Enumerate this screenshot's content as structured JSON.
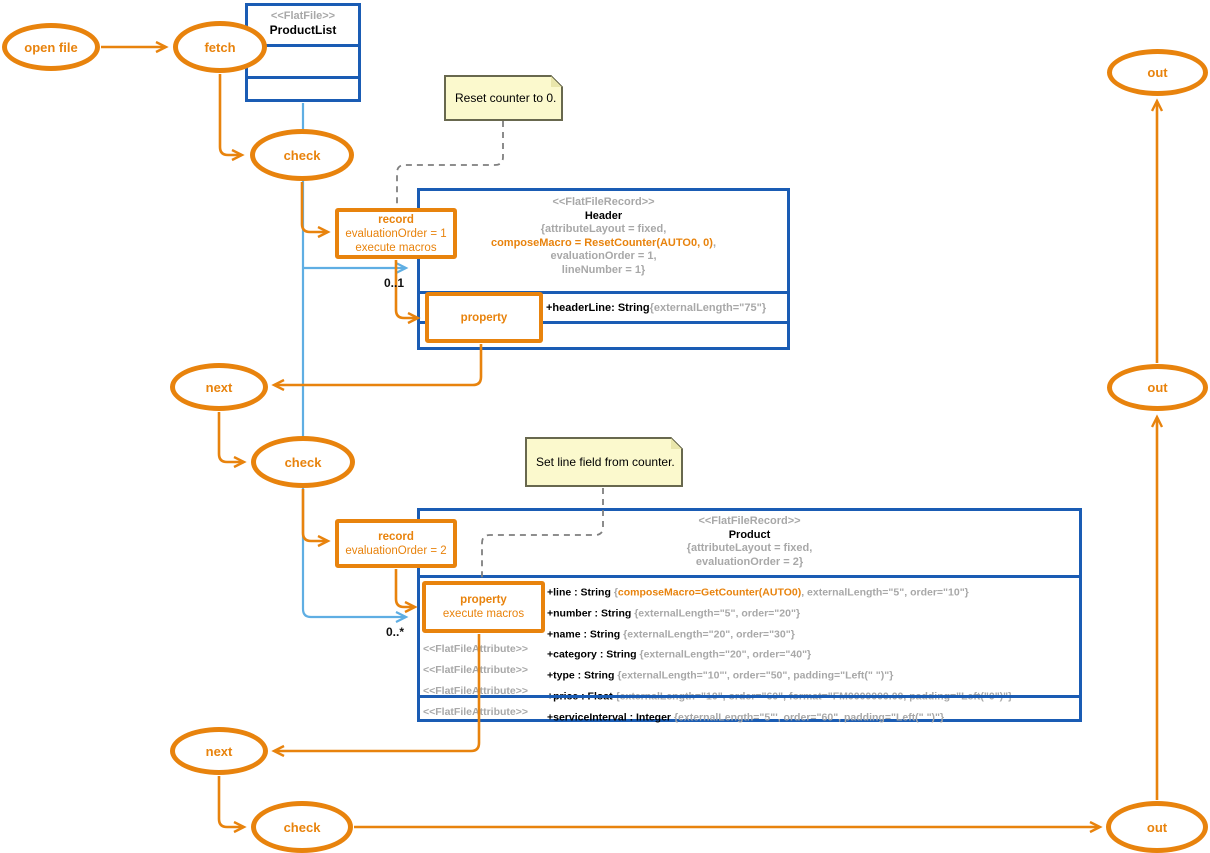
{
  "colors": {
    "orange": "#e8830d",
    "blue": "#1a5cb4",
    "light_blue": "#5faee3",
    "gray_text": "#a8a8a8",
    "note_fill": "#fbf9cd",
    "note_border": "#68684e",
    "dashed_gray": "#7f7f7f"
  },
  "ellipses": [
    {
      "id": "open-file",
      "label": "open file"
    },
    {
      "id": "fetch",
      "label": "fetch"
    },
    {
      "id": "check-1",
      "label": "check"
    },
    {
      "id": "next-1",
      "label": "next"
    },
    {
      "id": "check-2",
      "label": "check"
    },
    {
      "id": "next-2",
      "label": "next"
    },
    {
      "id": "check-3",
      "label": "check"
    },
    {
      "id": "out-1",
      "label": "out"
    },
    {
      "id": "out-2",
      "label": "out"
    },
    {
      "id": "out-3",
      "label": "out"
    }
  ],
  "actions": {
    "record1": {
      "title": "record",
      "line2": "evaluationOrder = 1",
      "line3": "execute macros"
    },
    "property1": {
      "title": "property"
    },
    "record2": {
      "title": "record",
      "line2": "evaluationOrder = 2"
    },
    "property2": {
      "title": "property",
      "line2": "execute macros"
    }
  },
  "notes": {
    "reset": {
      "text": "Reset counter to 0."
    },
    "setline": {
      "text": "Set line field from counter."
    }
  },
  "mult": {
    "header": "0..1",
    "product": "0..*"
  },
  "classes": {
    "product_list": {
      "stereotype": "<<FlatFile>>",
      "name": "ProductList"
    },
    "header": {
      "stereotype": "<<FlatFileRecord>>",
      "name": "Header",
      "c1": "{attributeLayout = fixed,",
      "c2_orange": "composeMacro = ResetCounter(AUTO0, 0)",
      "c2_tail": ",",
      "c3": "evaluationOrder = 1,",
      "c4": "lineNumber = 1}",
      "attr_name": "+headerLine: String ",
      "attr_constraint": "{externalLength=\"75\"}"
    },
    "product": {
      "stereotype": "<<FlatFileRecord>>",
      "name": "Product",
      "c1": "{attributeLayout = fixed,",
      "c2": "evaluationOrder = 2}",
      "attributes": [
        {
          "prefix": "<<FlatFileAttribute>>",
          "name": "+line : String ",
          "pre": "{",
          "macro": "composeMacro=GetCounter(AUTO0)",
          "post": ", externalLength=\"5\", order=\"10\"}"
        },
        {
          "prefix": "<<FlatFileAttribute>>",
          "name": "+number : String ",
          "pre": "{externalLength=\"5\", order=\"20\"}",
          "macro": "",
          "post": ""
        },
        {
          "prefix": "<<FlatFileAttribute>>",
          "name": "+name : String ",
          "pre": "{externalLength=\"20\", order=\"30\"}",
          "macro": "",
          "post": ""
        },
        {
          "prefix": "<<FlatFileAttribute>>",
          "name": "+category : String ",
          "pre": "{externalLength=\"20\", order=\"40\"}",
          "macro": "",
          "post": ""
        },
        {
          "prefix": "<<FlatFileAttribute>>",
          "name": "+type : String ",
          "pre": "{externalLength=\"10\"', order=\"50\", padding=\"Left(\" \")\"}",
          "macro": "",
          "post": ""
        },
        {
          "prefix": "<<FlatFileAttribute>>",
          "name": "+price : Float ",
          "pre": "{externalLength=\"10\", order=\"60\", format=\"FM0000000.00, padding=\"Left(\"0\")\"}",
          "macro": "",
          "post": ""
        },
        {
          "prefix": "<<FlatFileAttribute>>",
          "name": "+serviceInterval : Integer ",
          "pre": "{externalLength=\"5\"', order=\"60\", padding=\"Left(\" \")\"}",
          "macro": "",
          "post": ""
        }
      ]
    }
  }
}
